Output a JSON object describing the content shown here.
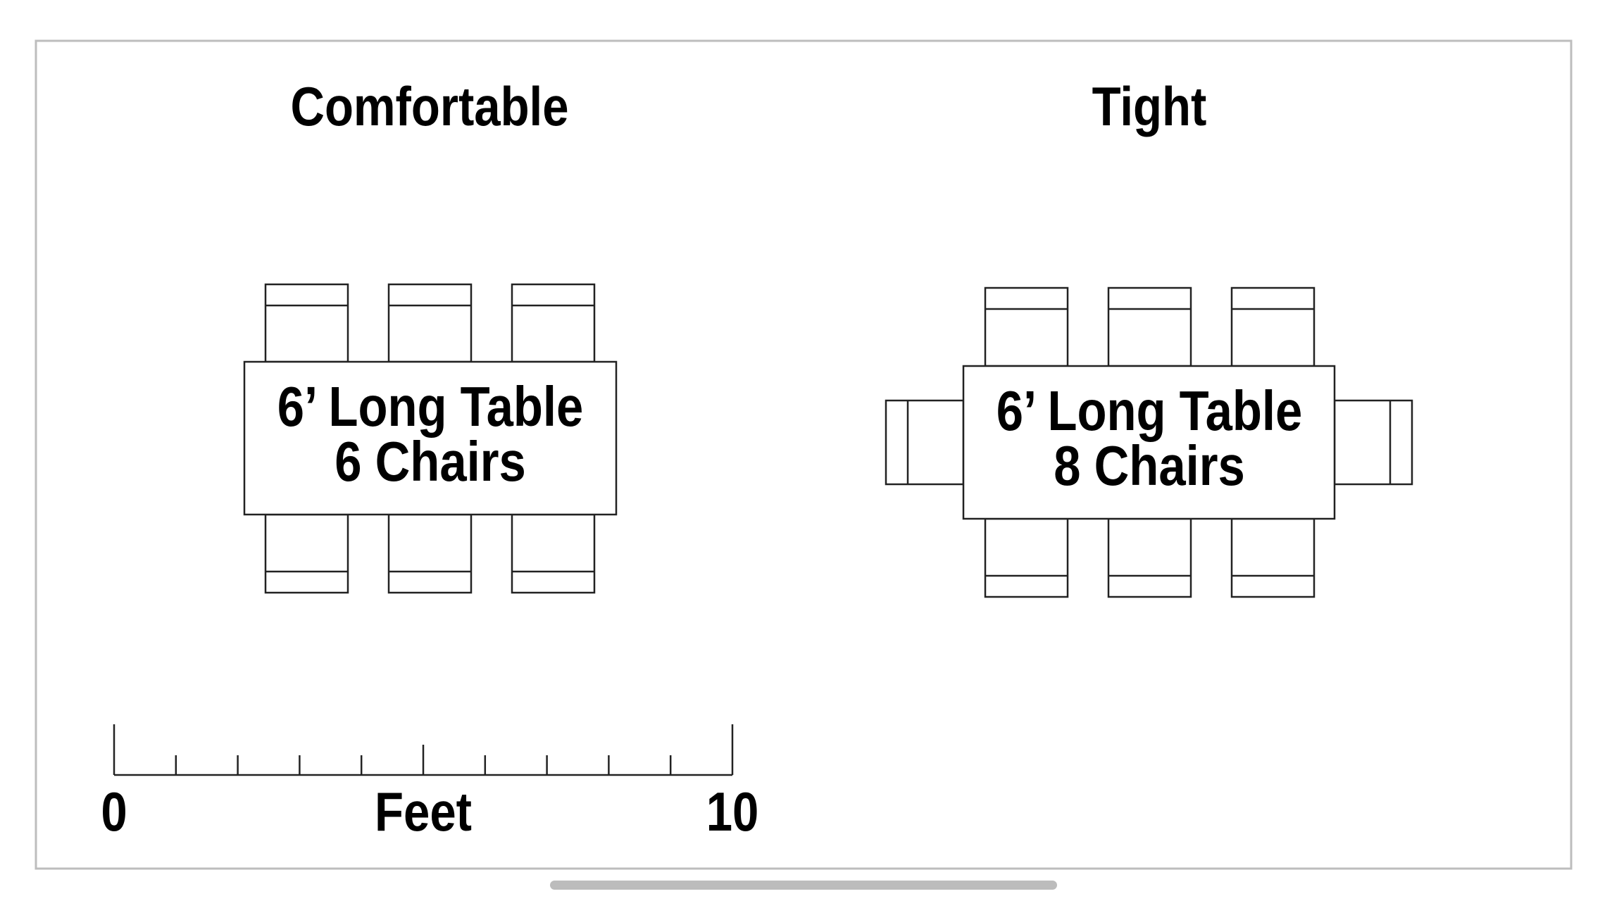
{
  "layouts": [
    {
      "title": "Comfortable",
      "table_line1": "6’ Long Table",
      "table_line2": "6 Chairs"
    },
    {
      "title": "Tight",
      "table_line1": "6’ Long Table",
      "table_line2": "8 Chairs"
    }
  ],
  "scale": {
    "start": "0",
    "unit": "Feet",
    "end": "10"
  }
}
